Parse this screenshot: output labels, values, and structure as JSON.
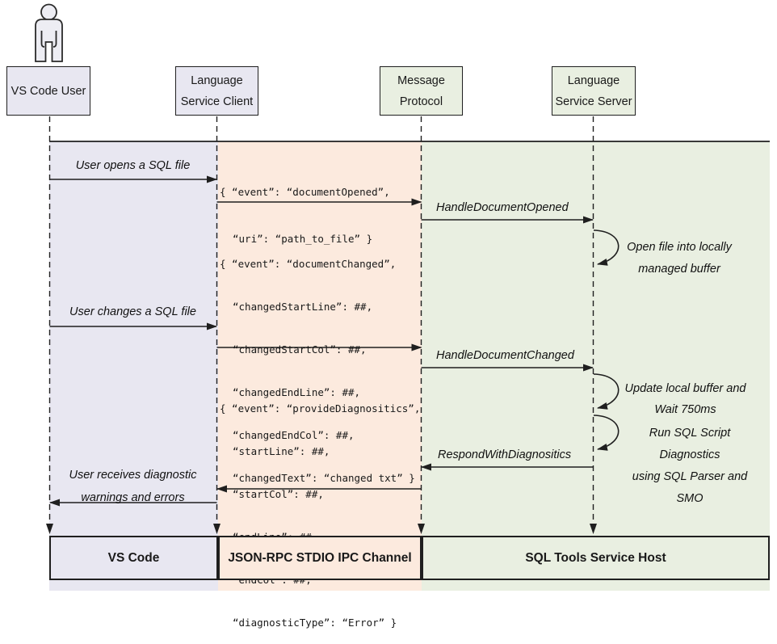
{
  "actors": [
    {
      "lines": [
        "VS Code User"
      ]
    },
    {
      "lines": [
        "Language",
        "Service Client"
      ]
    },
    {
      "lines": [
        "Message",
        "Protocol"
      ]
    },
    {
      "lines": [
        "Language",
        "Service Server"
      ]
    }
  ],
  "messages": {
    "user_opens_label": "User opens a SQL file",
    "document_opened_json": [
      "{ “event”: “documentOpened”,",
      "“uri”: “path_to_file” }"
    ],
    "handle_document_opened_label": "HandleDocumentOpened",
    "open_file_note": [
      "Open file into locally",
      "managed buffer"
    ],
    "document_changed_json": [
      "{ “event”: “documentChanged”,",
      "“changedStartLine”: ##,",
      "“changedStartCol”: ##,",
      "“changedEndLine”: ##,",
      "“changedEndCol”: ##,",
      "“changedText”: “changed txt” }"
    ],
    "user_changes_label": "User changes a SQL file",
    "handle_document_changed_label": "HandleDocumentChanged",
    "update_buffer_note": [
      "Update local buffer and",
      "Wait 750ms"
    ],
    "run_diagnostics_note": [
      "Run SQL Script Diagnostics",
      "using SQL Parser and SMO"
    ],
    "provide_diagnostics_json": [
      "{ “event”: “provideDiagnositics”,",
      "“startLine”: ##,",
      "“startCol”: ##,",
      "“endLine”: ##,",
      "“endCol”: ##,",
      "“diagnosticType”: “Error” }"
    ],
    "respond_with_diagnostics_label": "RespondWithDiagnositics",
    "user_receives_note": [
      "User receives diagnostic",
      "warnings and errors"
    ]
  },
  "footer": {
    "boxes": [
      "VS Code",
      "JSON-RPC STDIO IPC Channel",
      "SQL Tools Service Host"
    ]
  },
  "icons": {
    "actor_icon": "person-icon"
  },
  "colors": {
    "vscode_column": "#e8e7f1",
    "ipc_column": "#fceade",
    "service_host_column": "#e9efe1",
    "line": "#1f1f1f"
  }
}
